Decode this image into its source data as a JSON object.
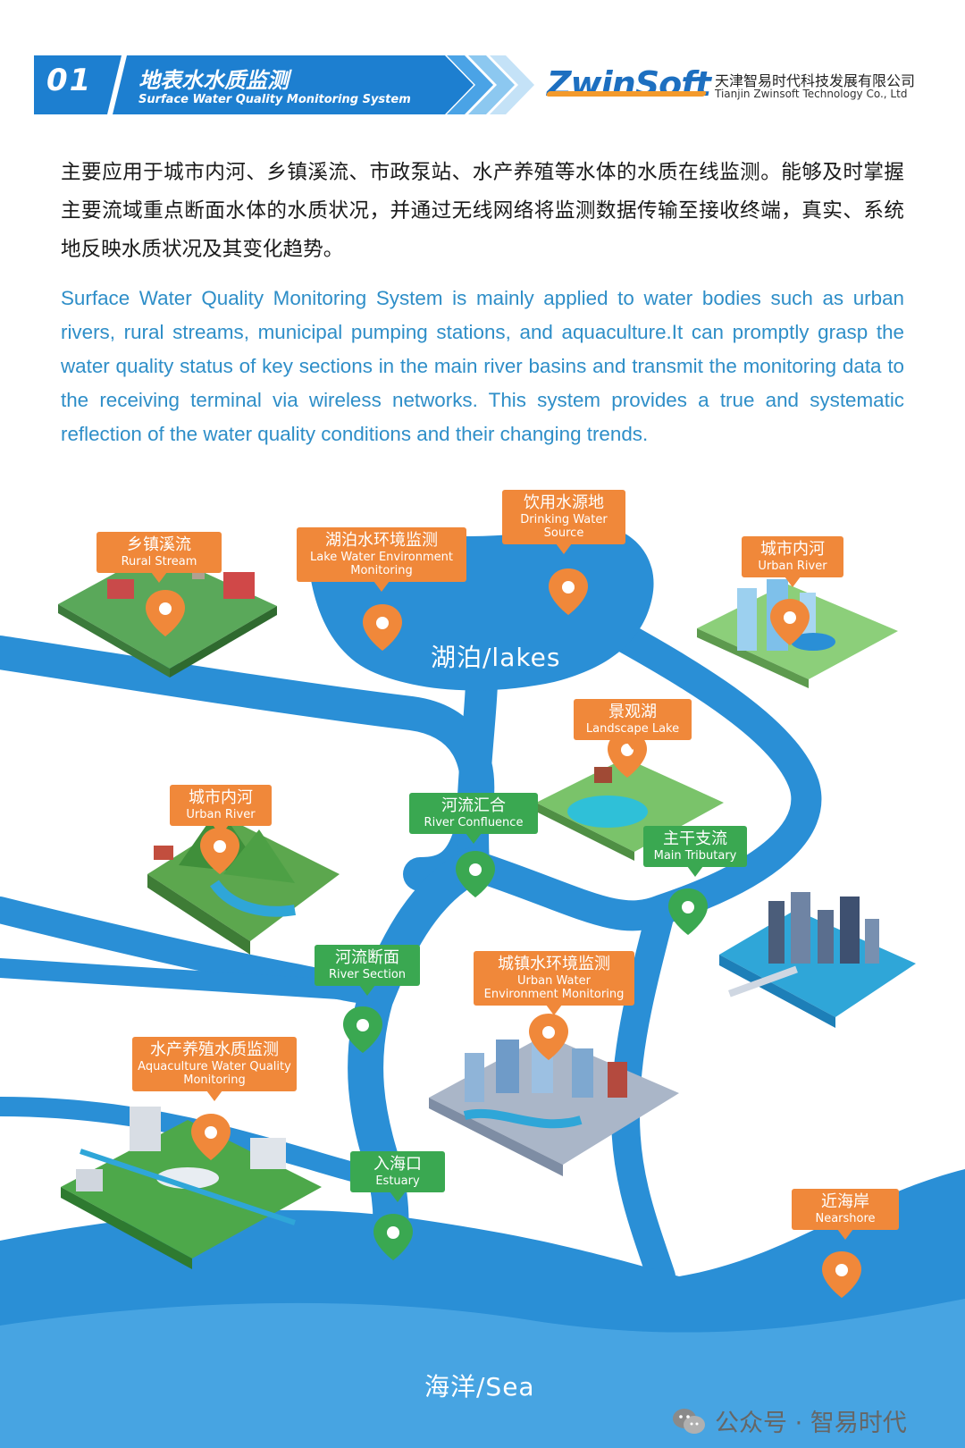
{
  "header": {
    "section_number": "01",
    "title_cn": "地表水水质监测",
    "title_en": "Surface Water Quality Monitoring System",
    "logo_text": "ZwinSoft",
    "company_cn": "天津智易时代科技发展有限公司",
    "company_en": "Tianjin Zwinsoft Technology Co., Ltd",
    "colors": {
      "banner": "#1d7fd0",
      "banner_dark": "#1565b0",
      "logo_accent": "#f39a2c"
    }
  },
  "intro": {
    "cn": "主要应用于城市内河、乡镇溪流、市政泵站、水产养殖等水体的水质在线监测。能够及时掌握主要流域重点断面水体的水质状况，并通过无线网络将监测数据传输至接收终端，真实、系统地反映水质状况及其变化趋势。",
    "en": "Surface Water Quality Monitoring System is mainly applied to water bodies such as urban rivers, rural streams, municipal pumping stations, and aquaculture.It can promptly grasp the water quality status of key sections in the main river basins and transmit the monitoring data to the receiving terminal via wireless networks. This system provides a true and systematic reflection of the water quality conditions and their changing trends."
  },
  "map": {
    "colors": {
      "water": "#2a8fd6",
      "water_light": "#5cb3ea",
      "orange_tag": "#f0883a",
      "green_tag": "#3aa851"
    },
    "lake_label": "湖泊/lakes",
    "sea_label": "海洋/Sea",
    "tags": [
      {
        "cn": "乡镇溪流",
        "en": "Rural Stream",
        "color": "orange"
      },
      {
        "cn": "湖泊水环境监测",
        "en": "Lake Water Environment Monitoring",
        "color": "orange"
      },
      {
        "cn": "饮用水源地",
        "en": "Drinking Water Source",
        "color": "orange"
      },
      {
        "cn": "城市内河",
        "en": "Urban River",
        "color": "orange"
      },
      {
        "cn": "景观湖",
        "en": "Landscape Lake",
        "color": "orange"
      },
      {
        "cn": "城市内河",
        "en": "Urban River",
        "color": "orange"
      },
      {
        "cn": "河流汇合",
        "en": "River Confluence",
        "color": "green"
      },
      {
        "cn": "主干支流",
        "en": "Main Tributary",
        "color": "green"
      },
      {
        "cn": "河流断面",
        "en": "River Section",
        "color": "green"
      },
      {
        "cn": "城镇水环境监测",
        "en": "Urban Water Environment Monitoring",
        "color": "orange"
      },
      {
        "cn": "水产养殖水质监测",
        "en": "Aquaculture Water Quality Monitoring",
        "color": "orange"
      },
      {
        "cn": "入海口",
        "en": "Estuary",
        "color": "green"
      },
      {
        "cn": "近海岸",
        "en": "Nearshore",
        "color": "orange"
      }
    ]
  },
  "footer": {
    "watermark": "公众号 · 智易时代",
    "icon": "wechat-icon"
  }
}
